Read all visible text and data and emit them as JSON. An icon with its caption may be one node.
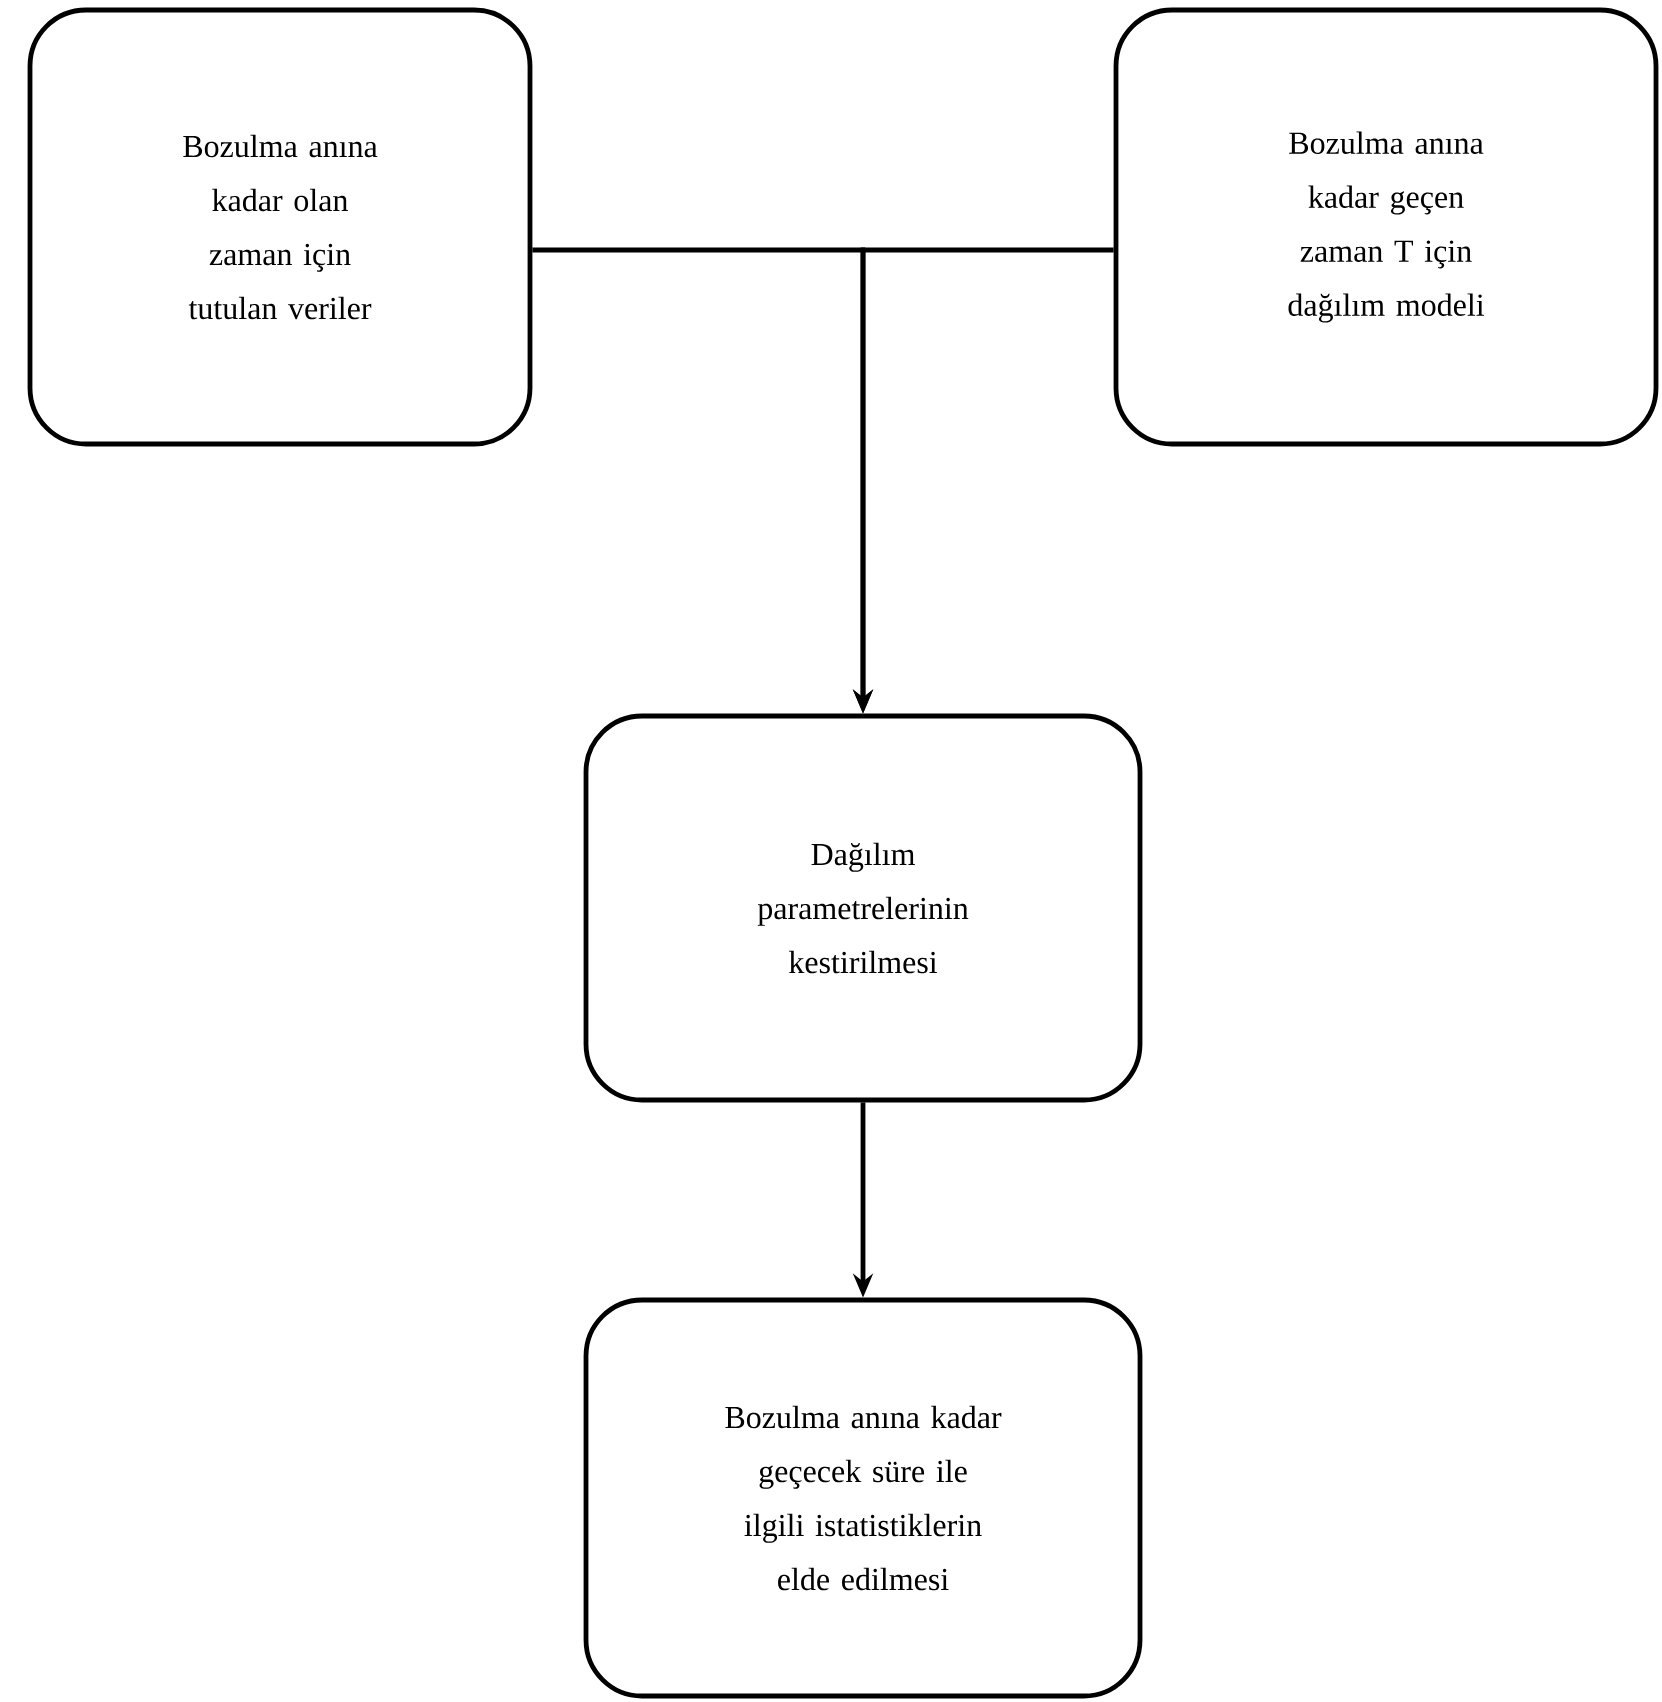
{
  "diagram": {
    "nodes": [
      {
        "text": [
          "Bozulma anına kadar olan zaman için tutulan veriler"
        ]
      },
      {
        "text": [
          "Bozulma anına kadar geçen zaman T için dağılım modeli"
        ]
      },
      {
        "text": [
          "Dağılım parametrelerinin kestirilmesi"
        ]
      },
      {
        "text": [
          "Bozulma anına kadar geçecek süre ile ilgili istatistiklerin elde edilmesi"
        ]
      }
    ],
    "edges": [
      {
        "from": 0,
        "to": 2,
        "arrow": "to"
      },
      {
        "from": 1,
        "to": 2,
        "arrow": "to"
      },
      {
        "from": 2,
        "to": 3,
        "arrow": "to"
      }
    ]
  }
}
